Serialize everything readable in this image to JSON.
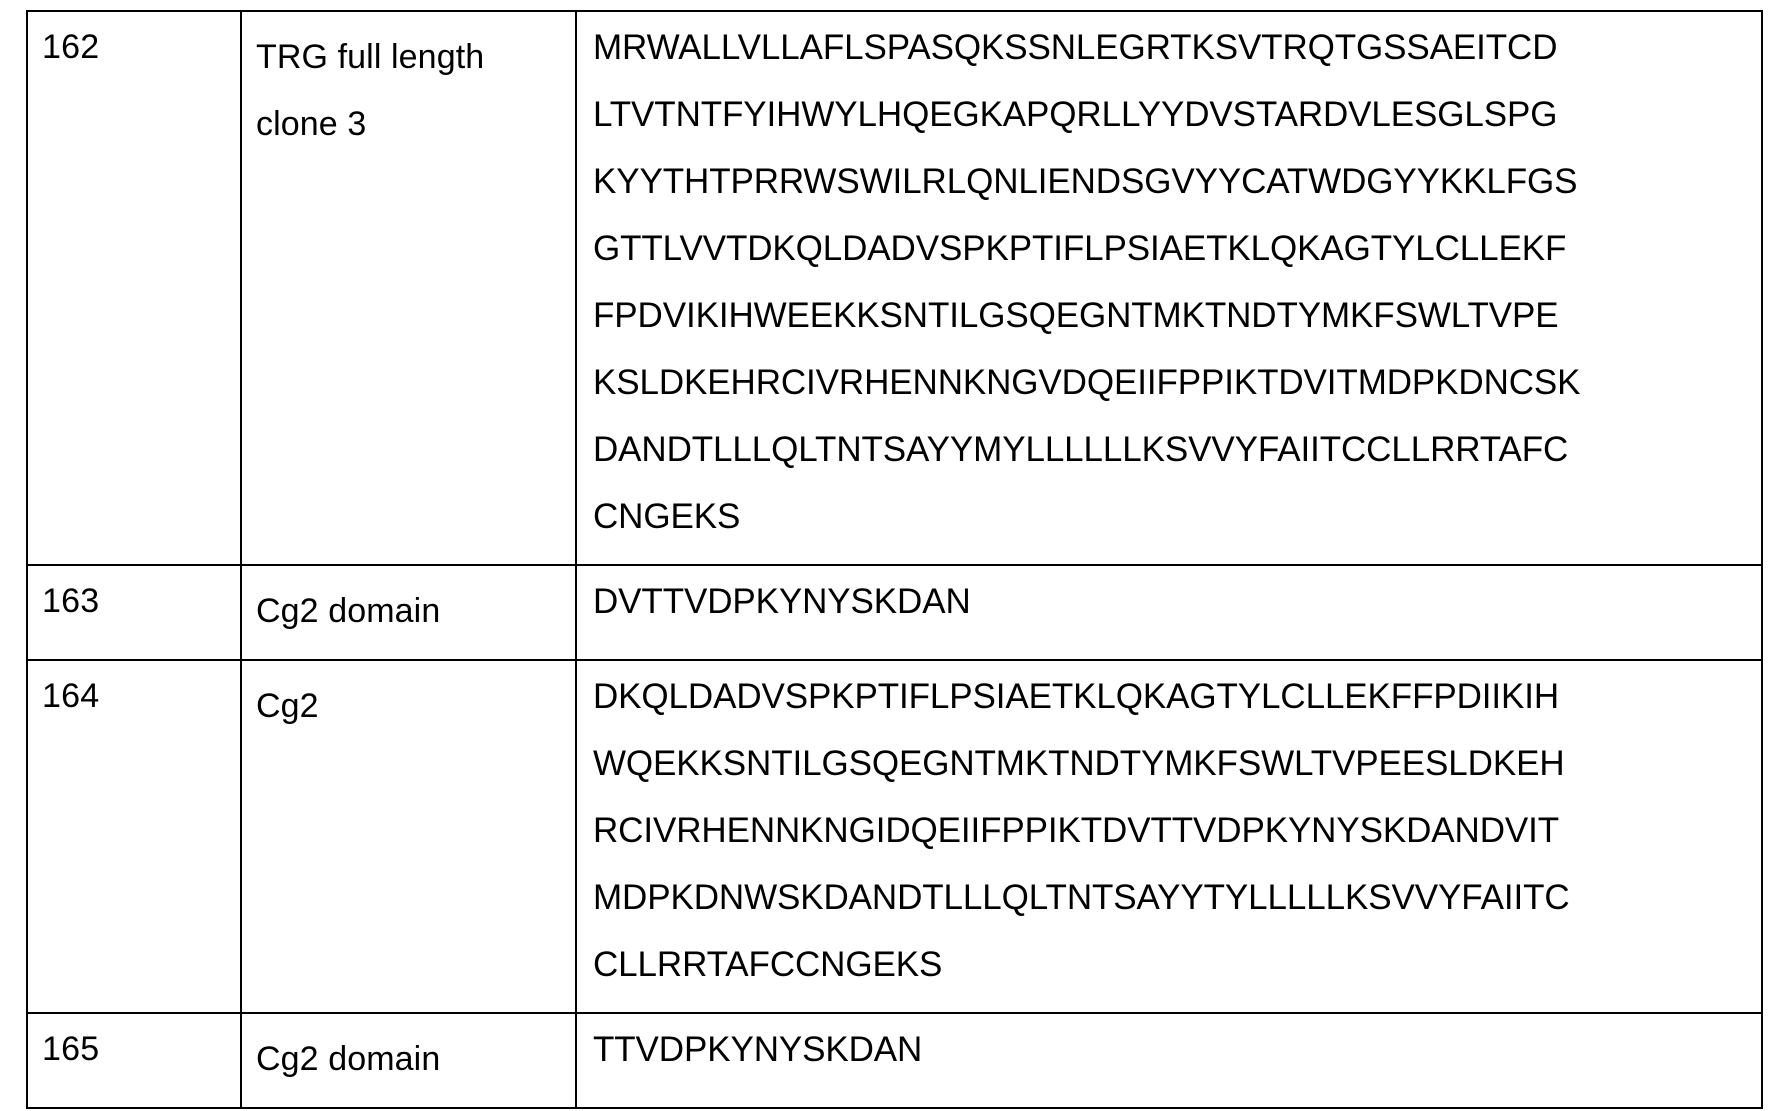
{
  "document": {
    "type": "sequence-listing-table",
    "column_count": 3,
    "row_count": 4
  },
  "table": {
    "rows": [
      {
        "seq_id": "162",
        "name_lines": [
          "TRG full length",
          "clone 3"
        ],
        "sequence_lines": [
          "MRWALLVLLAFLSPASQKSSNLEGRTKSVTRQTGSSAEITCD",
          "LTVTNTFYIHWYLHQEGKAPQRLLYYDVSTARDVLESGLSPG",
          "KYYTHTPRRWSWILRLQNLIENDSGVYYCATWDGYYKKLFGS",
          "GTTLVVTDKQLDADVSPKPTIFLPSIAETKLQKAGTYLCLLEKF",
          "FPDVIKIHWEEKKSNTILGSQEGNTMKTNDTYMKFSWLTVPE",
          "KSLDKEHRCIVRHENNKNGVDQEIIFPPIKTDVITMDPKDNCSK",
          "DANDTLLLQLTNTSAYYMYLLLLLLKSVVYFAIITCCLLRRTAFC",
          "CNGEKS"
        ]
      },
      {
        "seq_id": "163",
        "name_lines": [
          "Cg2 domain"
        ],
        "sequence_lines": [
          "DVTTVDPKYNYSKDAN"
        ]
      },
      {
        "seq_id": "164",
        "name_lines": [
          "Cg2"
        ],
        "sequence_lines": [
          "DKQLDADVSPKPTIFLPSIAETKLQKAGTYLCLLEKFFPDIIKIH",
          "WQEKKSNTILGSQEGNTMKTNDTYMKFSWLTVPEESLDKEH",
          "RCIVRHENNKNGIDQEIIFPPIKTDVTTVDPKYNYSKDANDVIT",
          "MDPKDNWSKDANDTLLLQLTNTSAYYTYLLLLLKSVVYFAIITC",
          "CLLRRTAFCCNGEKS"
        ]
      },
      {
        "seq_id": "165",
        "name_lines": [
          "Cg2 domain"
        ],
        "sequence_lines": [
          "TTVDPKYNYSKDAN"
        ]
      }
    ]
  },
  "colors": {
    "page_background": "#ffffff",
    "text": "#000000",
    "border": "#000000"
  }
}
